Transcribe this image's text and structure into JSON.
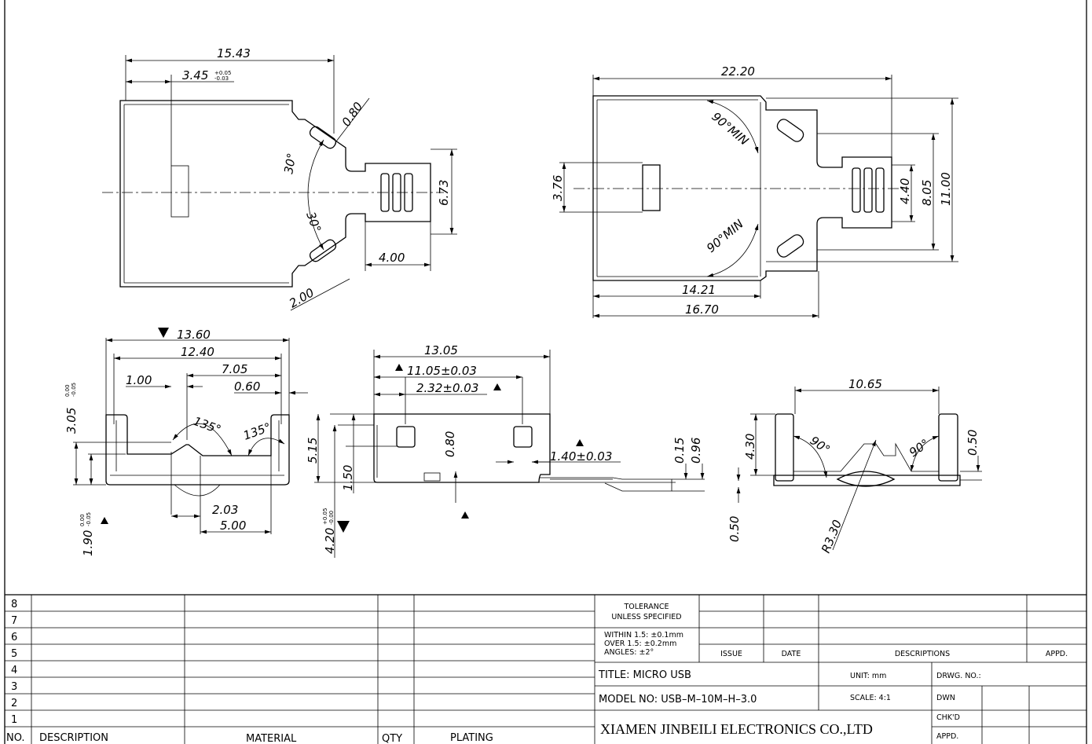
{
  "top_view": {
    "dims": {
      "overall": "15.43",
      "offset": "3.45",
      "offset_tol_plus": "+0.05",
      "offset_tol_minus": "-0.03",
      "slot_w": "0.80",
      "angle_top": "30°",
      "angle_bot": "30°",
      "tab_h": "6.73",
      "tab_len": "4.00",
      "slot_len": "2.00"
    }
  },
  "bottom_view": {
    "dims": {
      "overall": "22.20",
      "h1": "3.76",
      "h2": "4.40",
      "h3": "8.05",
      "h4": "11.00",
      "w1": "14.21",
      "w2": "16.70",
      "angle_top": "90°MIN",
      "angle_bot": "90°MIN"
    }
  },
  "front_view": {
    "dims": {
      "overall": "13.60",
      "inner": "12.40",
      "d1": "7.05",
      "d2": "1.00",
      "d3": "0.60",
      "a1": "135°",
      "a2": "135°",
      "d4": "2.03",
      "d5": "5.00",
      "h1": "3.05",
      "h1_tol_plus": "0.00",
      "h1_tol_minus": "-0.05",
      "h2": "1.90",
      "h2_tol_plus": "0.00",
      "h2_tol_minus": "-0.05"
    }
  },
  "side_view": {
    "dims": {
      "overall": "13.05",
      "d1": "11.05±0.03",
      "d2": "2.32±0.03",
      "d3": "0.80",
      "d4": "1.40±0.03",
      "t1": "0.15",
      "t2": "0.96",
      "h1": "5.15",
      "h2": "1.50",
      "h3": "4.20",
      "h3_tol_plus": "+0.05",
      "h3_tol_minus": "-0.00"
    }
  },
  "end_view": {
    "dims": {
      "width": "10.65",
      "h1": "4.30",
      "a1": "90°",
      "a2": "90°",
      "t1": "0.50",
      "t2": "0.50",
      "radius": "R3.30"
    }
  },
  "parts_list": {
    "rows": [
      "8",
      "7",
      "6",
      "5",
      "4",
      "3",
      "2",
      "1"
    ],
    "headers": {
      "no": "NO.",
      "description": "DESCRIPTION",
      "material": "MATERIAL",
      "qty": "QTY",
      "plating": "PLATING"
    }
  },
  "title_block": {
    "tolerance_title1": "TOLERANCE",
    "tolerance_title2": "UNLESS  SPECIFIED",
    "tol1": "WITHIN  1.5: ±0.1mm",
    "tol2": "OVER  1.5:  ±0.2mm",
    "tol3": "ANGLES: ±2°",
    "issue": "ISSUE",
    "date": "DATE",
    "descriptions": "DESCRIPTIONS",
    "appd_header": "APPD.",
    "title": "TITLE:  MICRO  USB",
    "unit": "UNIT: mm",
    "drwg_no": "DRWG.  NO.:",
    "model": "MODEL  NO:    USB–M–10M–H–3.0",
    "scale": "SCALE: 4:1",
    "dwn": "DWN",
    "chkd": "CHK'D",
    "appd": "APPD.",
    "company": "XIAMEN JINBEILI ELECTRONICS CO.,LTD"
  }
}
